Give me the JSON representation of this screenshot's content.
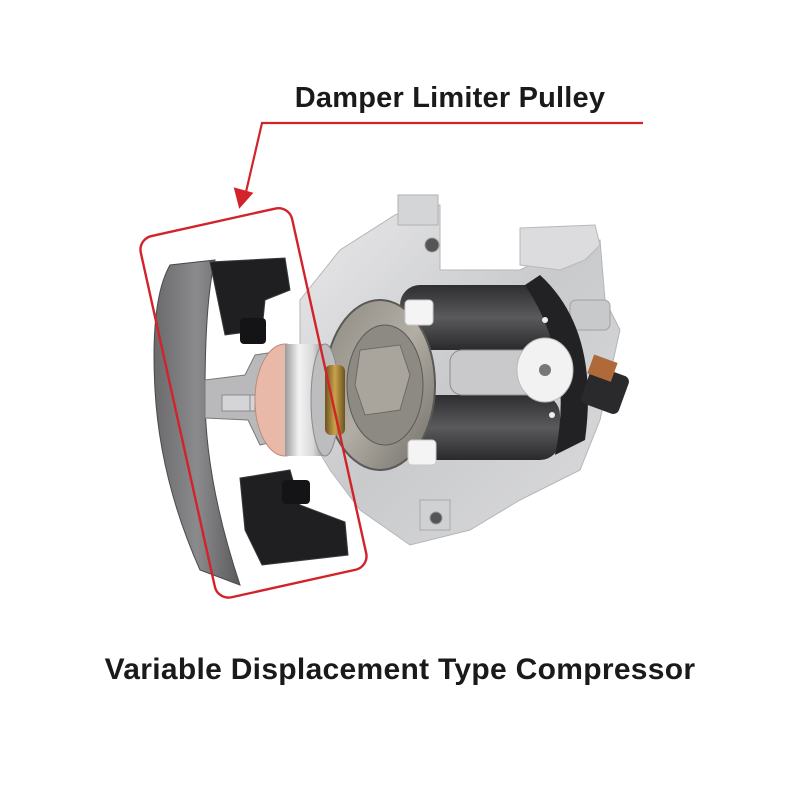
{
  "diagram": {
    "callout_label": "Damper Limiter Pulley",
    "caption": "Variable Displacement Type Compressor",
    "highlight_color": "#d2232a",
    "subject": "cutaway-compressor-illustration",
    "highlighted_part": "damper-limiter-pulley"
  }
}
